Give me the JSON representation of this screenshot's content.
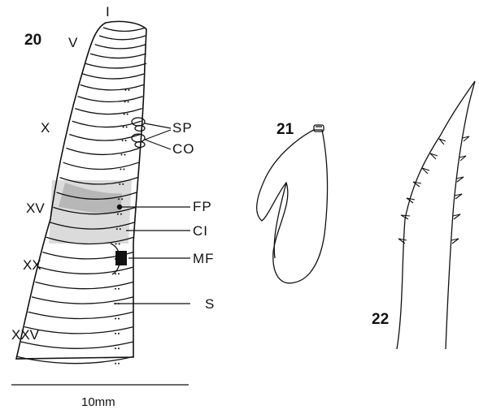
{
  "figures": {
    "fig20": {
      "number": "20"
    },
    "fig21": {
      "number": "21"
    },
    "fig22": {
      "number": "22"
    }
  },
  "segments": [
    "I",
    "V",
    "X",
    "XV",
    "XX",
    "XXV"
  ],
  "labels": {
    "sp": "SP",
    "co": "CO",
    "fp": "FP",
    "ci": "CI",
    "mf": "MF",
    "s": "S"
  },
  "scale_bar": {
    "text": "10mm"
  }
}
